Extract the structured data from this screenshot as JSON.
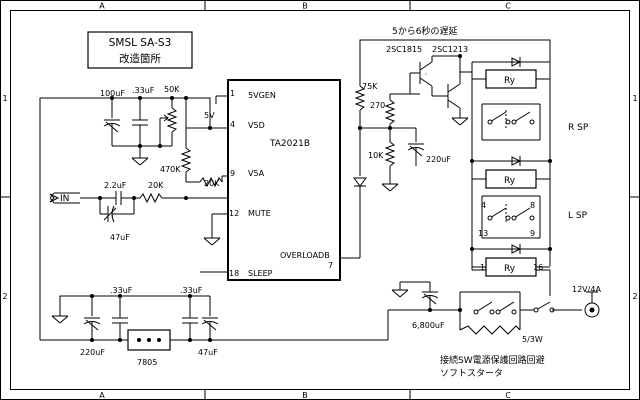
{
  "frame": {
    "cols": [
      "A",
      "B",
      "C"
    ],
    "rows": [
      "1",
      "2"
    ]
  },
  "title": {
    "line1": "SMSL SA-S3",
    "line2": "改造箇所"
  },
  "ic": {
    "name": "TA2021B",
    "pins": {
      "p1_num": "1",
      "p1_name": "5VGEN",
      "p4_num": "4",
      "p4_name": "V5D",
      "p9_num": "9",
      "p9_name": "V5A",
      "p12_num": "12",
      "p12_name": "MUTE",
      "p7_num": "7",
      "p7_name": "OVERLOADB",
      "p18_num": "18",
      "p18_name": "SLEEP"
    }
  },
  "labels": {
    "c100u": "100uF",
    "c33u_top": ".33uF",
    "pot50k": "50K",
    "v5": "5V",
    "r470k": "470K",
    "r20k_a": "20K",
    "r20k_b": "20K",
    "c2u2": "2.2uF",
    "in": "IN",
    "c47u_in": "47uF",
    "delay": "5から6秒の遅延",
    "q1": "2SC1815",
    "q2": "2SC1213",
    "r75k": "75K",
    "r270": "270",
    "r10k": "10K",
    "c220u_mid": "220uF",
    "rsp": "R SP",
    "lsp": "L SP",
    "ry1": "Ry",
    "ry2": "Ry",
    "ry3": "Ry",
    "n4": "4",
    "n8": "8",
    "n13": "13",
    "n9": "9",
    "n1": "1",
    "n16": "16",
    "c33u_b1": ".33uF",
    "c33u_b2": ".33uF",
    "c220u_bot": "220uF",
    "c47u_bot": "47uF",
    "reg": "7805",
    "c6800": "6,800uF",
    "r5_3w": "5/3W",
    "psu": "12V/4A",
    "note1": "接続SW電源保護回路回避",
    "note2": "ソフトスタータ"
  }
}
